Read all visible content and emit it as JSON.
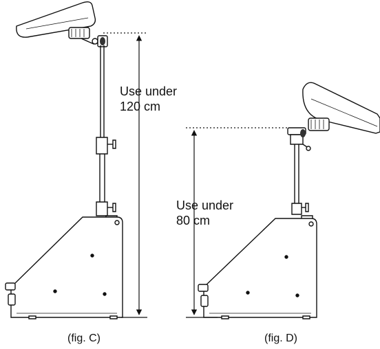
{
  "figures": [
    {
      "id": "fig-c",
      "height_label": {
        "line1": "Use under",
        "line2": "120 cm"
      },
      "caption": "(fig. C)"
    },
    {
      "id": "fig-d",
      "height_label": {
        "line1": "Use under",
        "line2": "80 cm"
      },
      "caption": "(fig. D)"
    }
  ]
}
